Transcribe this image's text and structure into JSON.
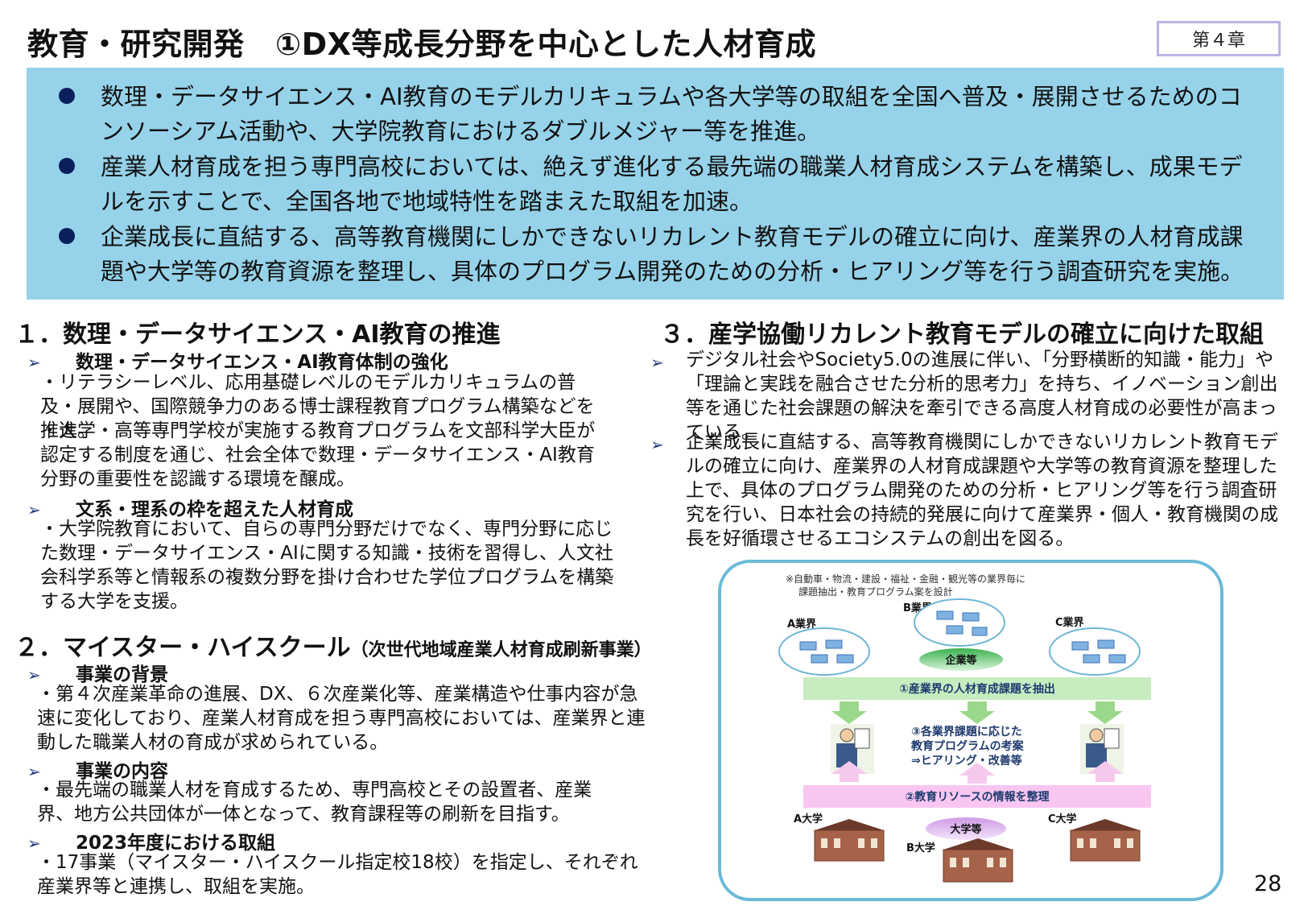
{
  "header": {
    "title": "教育・研究開発　①DX等成長分野を中心とした人材育成",
    "chapter": "第４章"
  },
  "summary": [
    "数理・データサイエンス・AI教育のモデルカリキュラムや各大学等の取組を全国へ普及・展開させるためのコンソーシアム活動や、大学院教育におけるダブルメジャー等を推進。",
    "産業人材育成を担う専門高校においては、絶えず進化する最先端の職業人材育成システムを構築し、成果モデルを示すことで、全国各地で地域特性を踏まえた取組を加速。",
    "企業成長に直結する、高等教育機関にしかできないリカレント教育モデルの確立に向け、産業界の人材育成課題や大学等の教育資源を整理し、具体のプログラム開発のための分析・ヒアリング等を行う調査研究を実施。"
  ],
  "section1": {
    "heading": "１．数理・データサイエンス・AI教育の推進",
    "sub1": "数理・データサイエンス・AI教育体制の強化",
    "p1": "・リテラシーレベル、応用基礎レベルのモデルカリキュラムの普及・展開や、国際競争力のある博士課程教育プログラム構築などを推進。",
    "p2": "・大学・高等専門学校が実施する教育プログラムを文部科学大臣が認定する制度を通じ、社会全体で数理・データサイエンス・AI教育分野の重要性を認識する環境を醸成。",
    "sub2": "文系・理系の枠を超えた人材育成",
    "p3": "・大学院教育において、自らの専門分野だけでなく、専門分野に応じた数理・データサイエンス・AIに関する知識・技術を習得し、人文社会科学系等と情報系の複数分野を掛け合わせた学位プログラムを構築する大学を支援。"
  },
  "section2": {
    "heading": "２．マイスター・ハイスクール",
    "heading_note": "（次世代地域産業人材育成刷新事業）",
    "sub1": "事業の背景",
    "p1": "・第４次産業革命の進展、DX、６次産業化等、産業構造や仕事内容が急速に変化しており、産業人材育成を担う専門高校においては、産業界と連動した職業人材の育成が求められている。",
    "sub2": "事業の内容",
    "p2": "・最先端の職業人材を育成するため、専門高校とその設置者、産業界、地方公共団体が一体となって、教育課程等の刷新を目指す。",
    "sub3": "2023年度における取組",
    "p3": "・17事業（マイスター・ハイスクール指定校18校）を指定し、それぞれ産業界等と連携し、取組を実施。"
  },
  "section3": {
    "heading": "３．産学協働リカレント教育モデルの確立に向けた取組",
    "p1": "デジタル社会やSociety5.0の進展に伴い、「分野横断的知識・能力」や「理論と実践を融合させた分析的思考力」を持ち、イノベーション創出等を通じた社会課題の解決を牽引できる高度人材育成の必要性が高まっている。",
    "p2": "企業成長に直結する、高等教育機関にしかできないリカレント教育モデルの確立に向け、産業界の人材育成課題や大学等の教育資源を整理した上で、具体のプログラム開発のための分析・ヒアリング等を行う調査研究を行い、日本社会の持続的発展に向けて産業界・個人・教育機関の成長を好循環させるエコシステムの創出を図る。"
  },
  "diagram": {
    "note_line1": "※自動車・物流・建設・福祉・金融・観光等の業界毎に",
    "note_line2": "課題抽出・教育プログラム案を設計",
    "industry_a": "A業界",
    "industry_b": "B業界",
    "industry_c": "C業界",
    "companies": "企業等",
    "band1": "①産業界の人材育成課題を抽出",
    "center1": "③各業界課題に応じた",
    "center2": "教育プログラムの考案",
    "center3": "⇒ヒアリング・改善等",
    "band2": "②教育リソースの情報を整理",
    "univ_a": "A大学",
    "univ_b": "B大学",
    "univ_c": "C大学",
    "universities": "大学等",
    "colors": {
      "band1": "#c6ecc0",
      "band2": "#f8c6f1",
      "ellipse_green": "#3bb24e",
      "ellipse_purple": "#cf9ae6",
      "cloud_border": "#6fb6d6"
    }
  },
  "page_number": "28"
}
